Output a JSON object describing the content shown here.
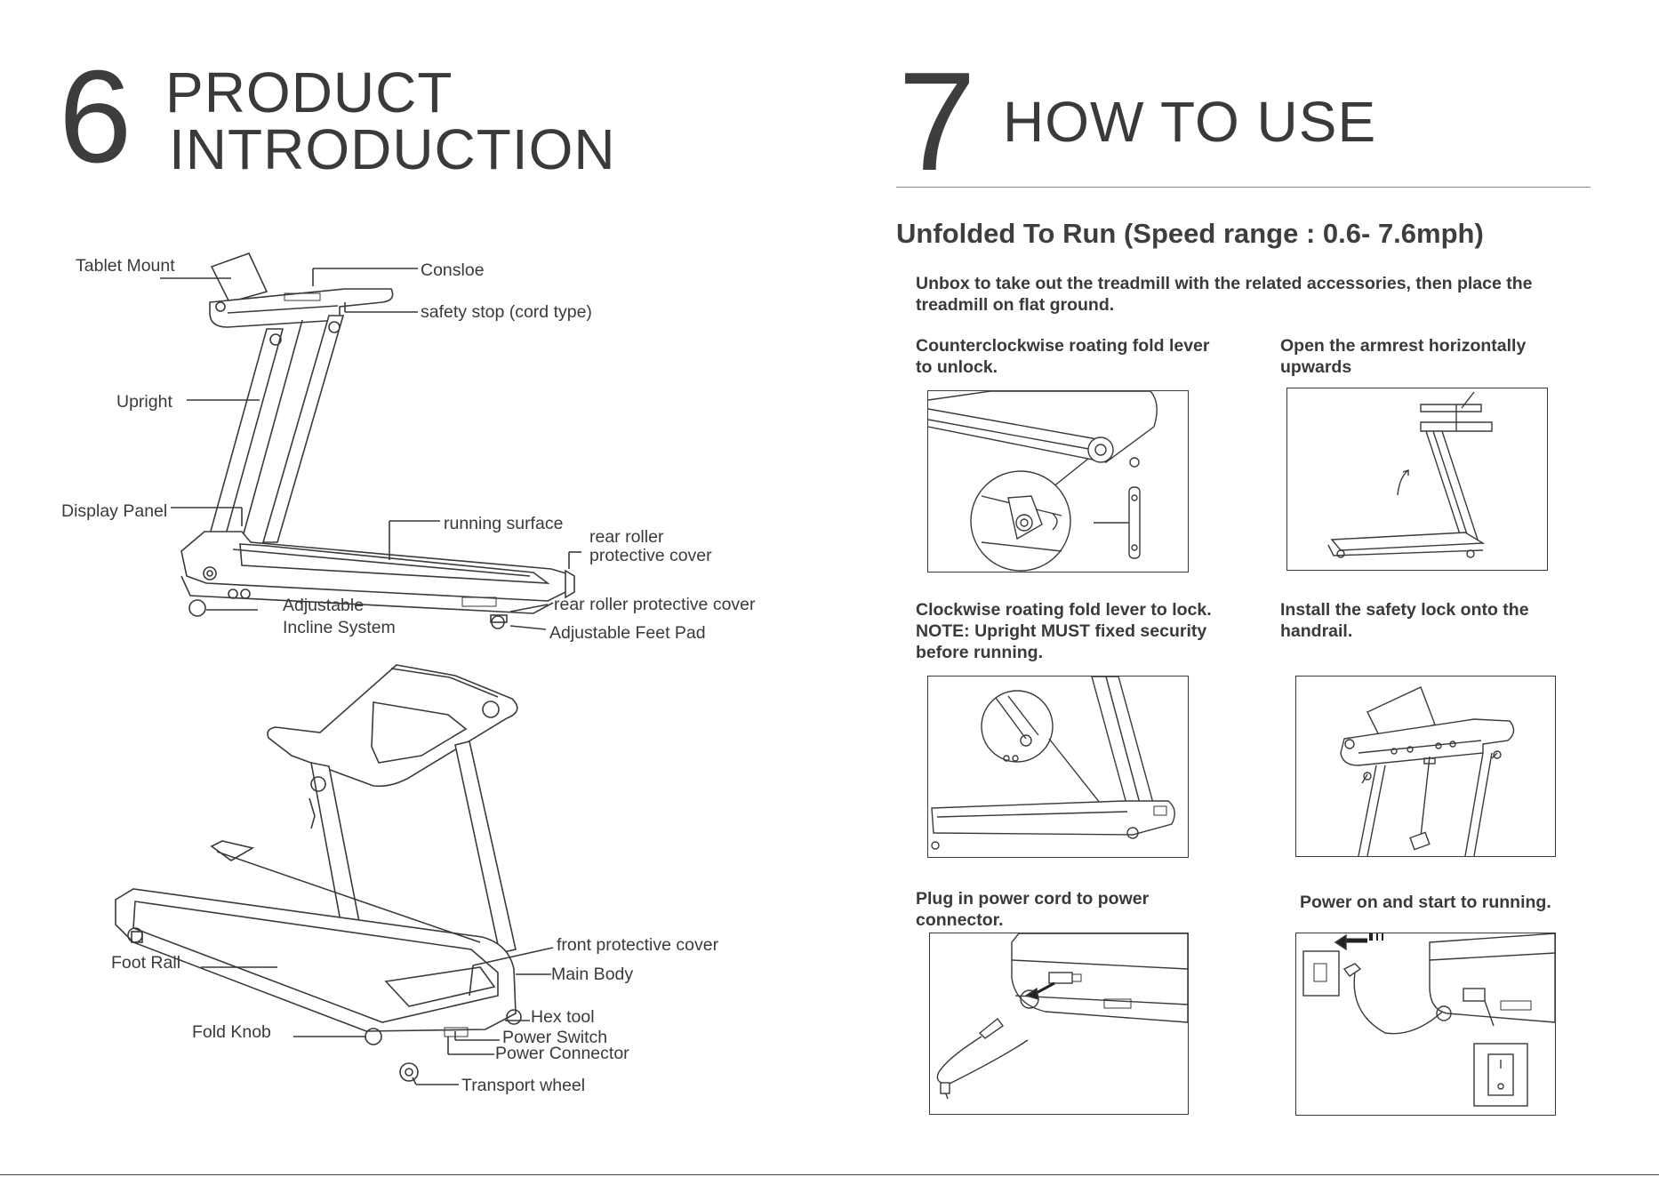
{
  "left": {
    "number": "6",
    "title_line1": "PRODUCT",
    "title_line2": "INTRODUCTION",
    "labels": {
      "tablet_mount": "Tablet Mount",
      "consloe": "Consloe",
      "safety_stop": "safety stop (cord type)",
      "upright": "Upright",
      "display_panel": "Display Panel",
      "running_surface": "running surface",
      "rear_roller_cover_1": "rear roller",
      "rear_roller_cover_2": "protective cover",
      "incline_1": "Adjustable",
      "incline_2": "Incline System",
      "rear_roller_cover_full": "rear roller protective cover",
      "feet_pad": "Adjustable Feet Pad",
      "front_cover": "front protective cover",
      "foot_rail": "Foot Rail",
      "main_body": "Main Body",
      "hex_tool": "Hex tool",
      "fold_knob": "Fold Knob",
      "power_switch": "Power Switch",
      "power_connector": "Power Connector",
      "transport_wheel": "Transport wheel"
    }
  },
  "right": {
    "number": "7",
    "title": "HOW TO USE",
    "subtitle": "Unfolded To Run (Speed range : 0.6- 7.6mph)",
    "intro_1": "Unbox to take out the treadmill with the related accessories, then place the",
    "intro_2": "treadmill on flat ground.",
    "steps": [
      {
        "line1": "Counterclockwise roating fold lever",
        "line2": "to unlock."
      },
      {
        "line1": "Open the armrest horizontally",
        "line2": "upwards"
      },
      {
        "line1": "Clockwise roating fold lever to lock.",
        "line2": "NOTE: Upright MUST fixed security",
        "line3": "before running."
      },
      {
        "line1": "Install the safety lock onto the",
        "line2": "handrail."
      },
      {
        "line1": "Plug in power cord to power",
        "line2": "connector."
      },
      {
        "line1": "Power on and start to running."
      }
    ]
  }
}
